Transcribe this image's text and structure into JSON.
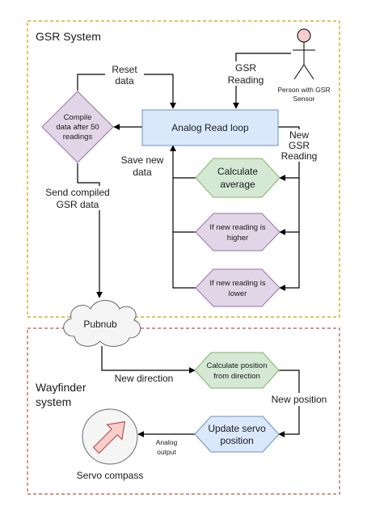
{
  "groups": {
    "gsr_system": {
      "label": "GSR System",
      "color": "#d79b00"
    },
    "wayfinder": {
      "label_line1": "Wayfinder",
      "label_line2": "system",
      "color": "#b85450"
    }
  },
  "actor": {
    "line1": "Person with GSR",
    "line2": "Sensor",
    "fill": "#f8cecc"
  },
  "nodes": {
    "analog_read": {
      "label": "Analog Read loop",
      "fill": "#dae8fc",
      "stroke": "#6c8ebf"
    },
    "compile": {
      "line1": "Compile",
      "line2": "data after 50",
      "line3": "readings",
      "fill": "#e1d5e7",
      "stroke": "#9673a6"
    },
    "calc_average": {
      "line1": "Calculate",
      "line2": "average",
      "fill": "#d5e8d4",
      "stroke": "#82b366"
    },
    "higher": {
      "line1": "If new reading is",
      "line2": "higher",
      "fill": "#e1d5e7",
      "stroke": "#9673a6"
    },
    "lower": {
      "line1": "If new reading is",
      "line2": "lower",
      "fill": "#e1d5e7",
      "stroke": "#9673a6"
    },
    "pubnub": {
      "label": "Pubnub",
      "fill": "#f5f5f5",
      "stroke": "#666666"
    },
    "calc_position": {
      "line1": "Calculate position",
      "line2": "from direction",
      "fill": "#d5e8d4",
      "stroke": "#82b366"
    },
    "update_servo": {
      "line1": "Update servo",
      "line2": "position",
      "fill": "#dae8fc",
      "stroke": "#6c8ebf"
    },
    "servo_compass": {
      "label": "Servo compass",
      "arrow_fill": "#f8cecc",
      "arrow_stroke": "#b85450"
    }
  },
  "edges": {
    "reset_data": {
      "line1": "Reset",
      "line2": "data"
    },
    "gsr_reading": {
      "line1": "GSR",
      "line2": "Reading"
    },
    "new_gsr_reading": {
      "line1": "New",
      "line2": "GSR",
      "line3": "Reading"
    },
    "save_new_data": {
      "line1": "Save new",
      "line2": "data"
    },
    "send_compiled": {
      "line1": "Send compiled",
      "line2": "GSR data"
    },
    "new_direction": {
      "label": "New direction"
    },
    "new_position": {
      "label": "New position"
    },
    "analog_output": {
      "line1": "Analog",
      "line2": "output"
    }
  }
}
